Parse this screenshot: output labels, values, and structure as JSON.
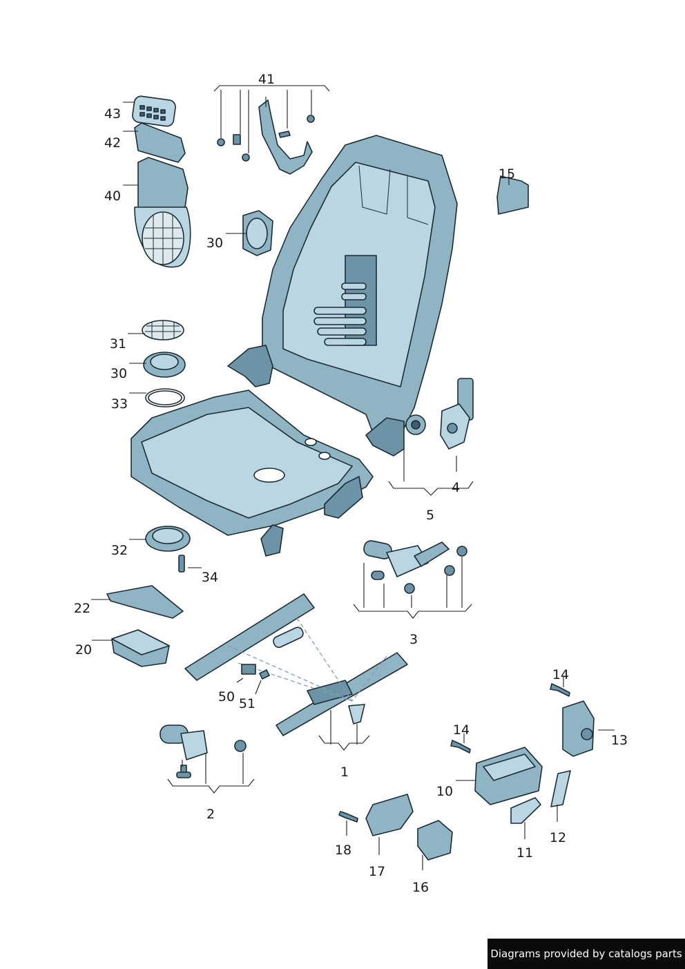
{
  "labels": {
    "l1": "1",
    "l2": "2",
    "l3": "3",
    "l4": "4",
    "l5": "5",
    "l10": "10",
    "l11": "11",
    "l12": "12",
    "l13": "13",
    "l14a": "14",
    "l14b": "14",
    "l15": "15",
    "l16": "16",
    "l17": "17",
    "l18": "18",
    "l20": "20",
    "l22": "22",
    "l30a": "30",
    "l30b": "30",
    "l31": "31",
    "l32": "32",
    "l33": "33",
    "l34": "34",
    "l40": "40",
    "l41": "41",
    "l42": "42",
    "l43": "43",
    "l50": "50",
    "l51": "51"
  },
  "footer": {
    "text": "Diagrams provided by catalogs parts"
  },
  "colors": {
    "part_light": "#b9d6e2",
    "part_mid": "#8fb4c4",
    "part_dark": "#3e5f70",
    "outline": "#1c2a33"
  }
}
